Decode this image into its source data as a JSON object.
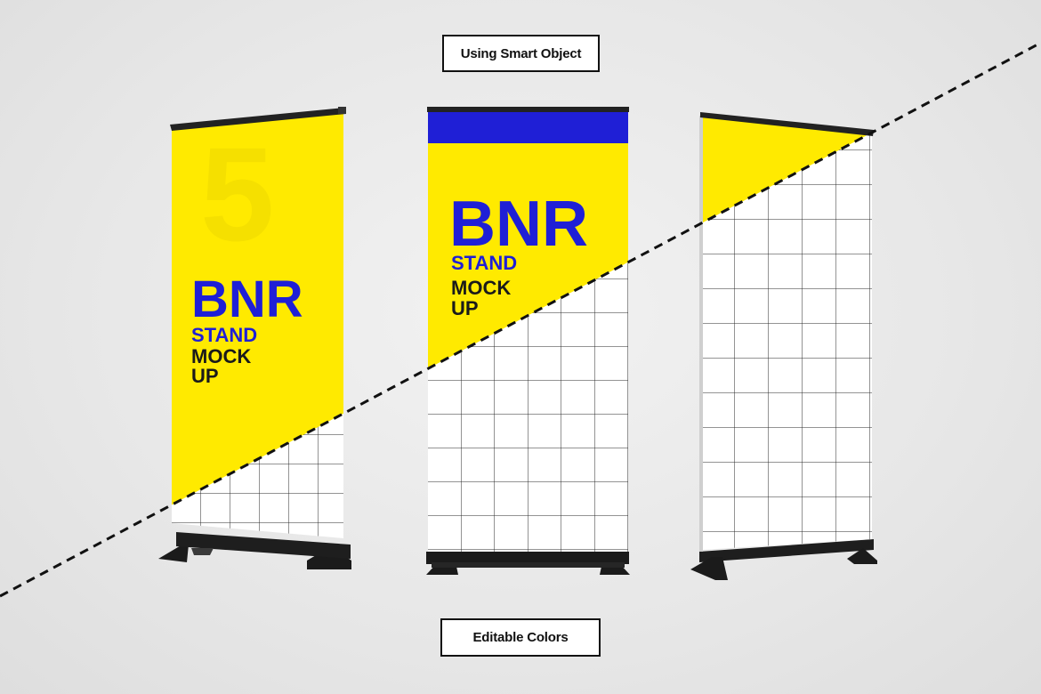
{
  "labels": {
    "top": "Using Smart Object",
    "bottom": "Editable Colors"
  },
  "banner_text": {
    "title": "BNR",
    "line1": "STAND",
    "line2": "MOCK",
    "line3": "UP"
  },
  "colors": {
    "background": "#e9e9e9",
    "banner_yellow": "#ffea00",
    "banner_blue": "#1f1fd6",
    "grid_white": "#ffffff",
    "grid_line": "#222222",
    "stand_black": "#1b1b1b",
    "divider_line": "#111111"
  },
  "icons": {
    "divider": "dashed-diagonal-line",
    "stands": "roll-up-banner-stand"
  }
}
